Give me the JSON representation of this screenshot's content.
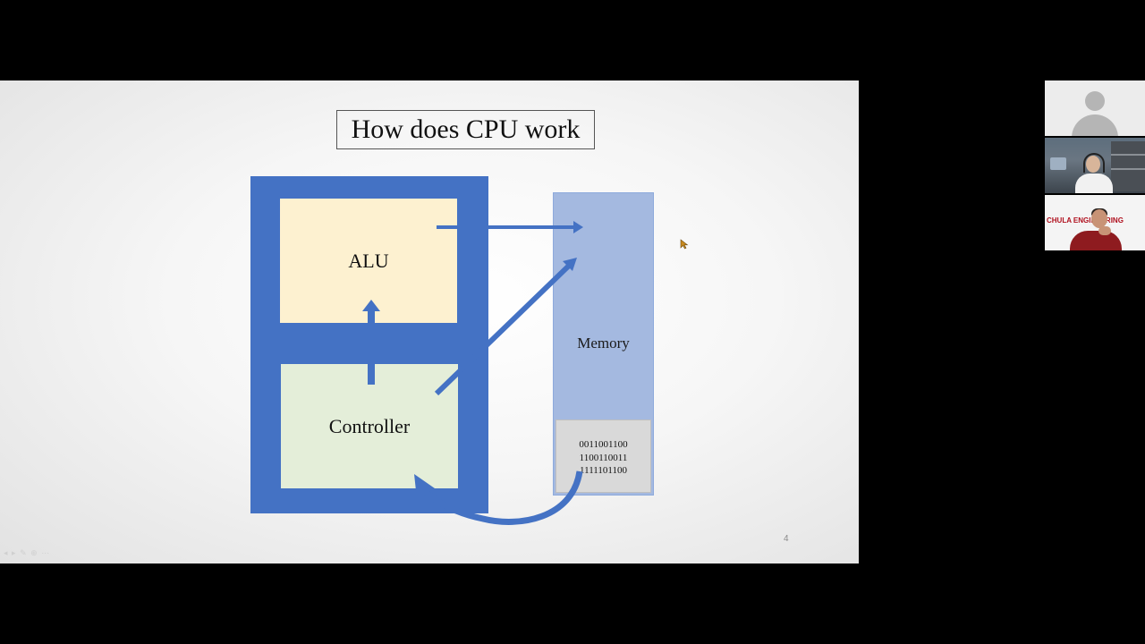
{
  "slide": {
    "title": "How does CPU work",
    "page_number": "4",
    "alu_label": "ALU",
    "controller_label": "Controller",
    "memory_label": "Memory",
    "memory_bits": [
      "0011001100",
      "1100110011",
      "1111101100"
    ],
    "colors": {
      "cpu_frame": "#4472c4",
      "alu_fill": "#fdf1d0",
      "controller_fill": "#e4eed9",
      "memory_fill": "#a4b9e0",
      "memory_cells_fill": "#d9d9d9",
      "arrow": "#4472c4"
    }
  },
  "participants": {
    "tiles": [
      {
        "kind": "placeholder-avatar"
      },
      {
        "kind": "camera-video"
      },
      {
        "kind": "camera-video",
        "background_text": "CHULA ENGINEERING"
      }
    ]
  }
}
